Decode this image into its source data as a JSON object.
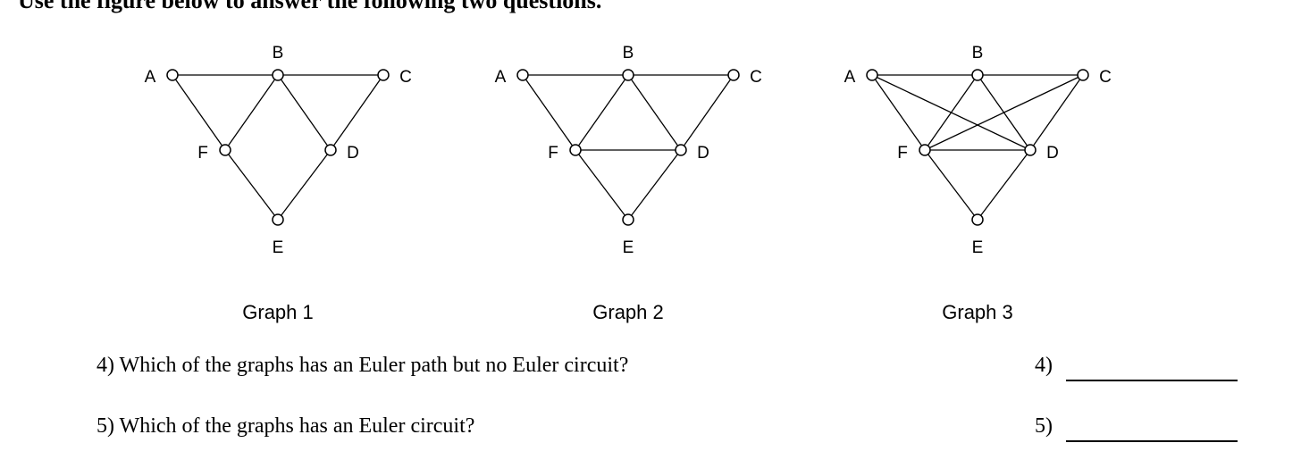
{
  "instruction": "Use the figure below to answer the following two questions.",
  "graphs": [
    {
      "caption": "Graph 1",
      "nodes": [
        "A",
        "B",
        "C",
        "D",
        "E",
        "F"
      ],
      "edges": [
        [
          "A",
          "B"
        ],
        [
          "B",
          "C"
        ],
        [
          "A",
          "F"
        ],
        [
          "F",
          "B"
        ],
        [
          "B",
          "D"
        ],
        [
          "D",
          "C"
        ],
        [
          "F",
          "E"
        ],
        [
          "E",
          "D"
        ]
      ]
    },
    {
      "caption": "Graph 2",
      "nodes": [
        "A",
        "B",
        "C",
        "D",
        "E",
        "F"
      ],
      "edges": [
        [
          "A",
          "B"
        ],
        [
          "B",
          "C"
        ],
        [
          "A",
          "F"
        ],
        [
          "F",
          "B"
        ],
        [
          "B",
          "D"
        ],
        [
          "D",
          "C"
        ],
        [
          "F",
          "E"
        ],
        [
          "E",
          "D"
        ],
        [
          "F",
          "D"
        ]
      ]
    },
    {
      "caption": "Graph 3",
      "nodes": [
        "A",
        "B",
        "C",
        "D",
        "E",
        "F"
      ],
      "edges": [
        [
          "A",
          "B"
        ],
        [
          "B",
          "C"
        ],
        [
          "A",
          "F"
        ],
        [
          "F",
          "B"
        ],
        [
          "B",
          "D"
        ],
        [
          "D",
          "C"
        ],
        [
          "F",
          "E"
        ],
        [
          "E",
          "D"
        ],
        [
          "F",
          "D"
        ],
        [
          "A",
          "D"
        ],
        [
          "F",
          "C"
        ]
      ]
    }
  ],
  "questions": [
    {
      "text": "4) Which of the graphs has an Euler path but no Euler circuit?",
      "answer_label": "4)"
    },
    {
      "text": "5) Which of the graphs has an Euler circuit?",
      "answer_label": "5)"
    }
  ]
}
